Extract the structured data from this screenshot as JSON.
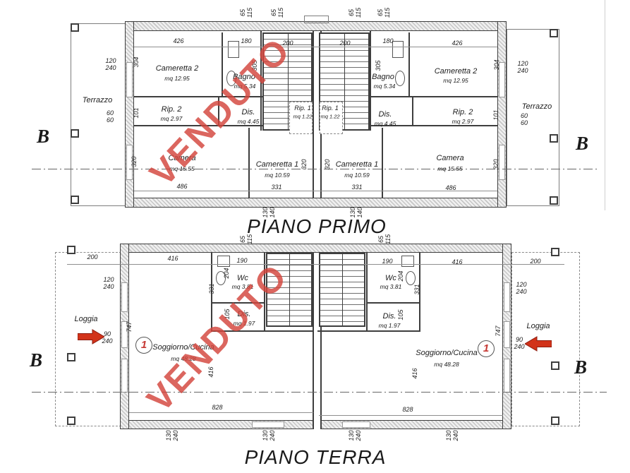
{
  "watermark": {
    "text": "VENDUTO",
    "color": "#d4453c"
  },
  "markers": {
    "section": "B",
    "unit_number": "1"
  },
  "floor_first": {
    "title": "PIANO PRIMO",
    "rooms": {
      "terrazzo_left": "Terrazzo",
      "terrazzo_right": "Terrazzo",
      "cameretta2_left": {
        "name": "Cameretta 2",
        "area": "mq 12.95"
      },
      "cameretta2_right": {
        "name": "Cameretta 2",
        "area": "mq 12.95"
      },
      "bagno_left": {
        "name": "Bagno",
        "area": "mq 5.34"
      },
      "bagno_right": {
        "name": "Bagno",
        "area": "mq 5.34"
      },
      "rip2_left": {
        "name": "Rip. 2",
        "area": "mq 2.97"
      },
      "rip2_right": {
        "name": "Rip. 2",
        "area": "mq 2.97"
      },
      "dis_left": {
        "name": "Dis.",
        "area": "mq 4.45"
      },
      "dis_right": {
        "name": "Dis.",
        "area": "mq 4.45"
      },
      "rip1_left": {
        "name": "Rip. 1",
        "area": "mq 1.22"
      },
      "rip1_right": {
        "name": "Rip. 1",
        "area": "mq 1.22"
      },
      "camera_left": {
        "name": "Camera",
        "area": "mq 15.55"
      },
      "camera_right": {
        "name": "Camera",
        "area": "mq 15.55"
      },
      "cameretta1_left": {
        "name": "Cameretta 1",
        "area": "mq 10.59"
      },
      "cameretta1_right": {
        "name": "Cameretta 1",
        "area": "mq 10.59"
      }
    },
    "dims": {
      "w426_left": "426",
      "w180_left": "180",
      "w200_left": "200",
      "w200_right": "200",
      "w180_right": "180",
      "w426_right": "426",
      "s120_240_left": "120\n240",
      "s120_240_right": "120\n240",
      "v304_left": "304",
      "v304_right": "304",
      "v305_left": "305",
      "v305_right": "305",
      "s60_60_left": "60\n60",
      "s60_60_right": "60\n60",
      "v101_left": "101",
      "v101_right": "101",
      "v320_a": "320",
      "v320_b": "320",
      "v320_c": "320",
      "v320_d": "320",
      "w486_left": "486",
      "w331_left": "331",
      "w331_right": "331",
      "w486_right": "486",
      "s130_140_a": "130\n140",
      "s130_140_b": "130\n140",
      "s65_115_a": "65\n115",
      "s65_115_b": "65\n115",
      "s65_115_c": "65\n115",
      "s65_115_d": "65\n115"
    }
  },
  "floor_ground": {
    "title": "PIANO TERRA",
    "rooms": {
      "loggia_left": "Loggia",
      "loggia_right": "Loggia",
      "wc_left": {
        "name": "Wc",
        "area": "mq 3.81"
      },
      "wc_right": {
        "name": "Wc",
        "area": "mq 3.81"
      },
      "dis_left": {
        "name": "Dis.",
        "area": "mq 1.97"
      },
      "dis_right": {
        "name": "Dis.",
        "area": "mq 1.97"
      },
      "soggiorno_left": {
        "name": "Soggiorno/Cucina",
        "area": "mq 48.28"
      },
      "soggiorno_right": {
        "name": "Soggiorno/Cucina",
        "area": "mq 48.28"
      }
    },
    "dims": {
      "w200_left": "200",
      "w416_left": "416",
      "w190_left": "190",
      "w190_right": "190",
      "w416_right": "416",
      "w200_right": "200",
      "s120_240_left": "120\n240",
      "s120_240_right": "120\n240",
      "v747_left": "747",
      "v747_right": "747",
      "v331_left": "331",
      "v331_right": "331",
      "v204_left": "204",
      "v204_right": "204",
      "v105_left": "105",
      "v105_right": "105",
      "s90_240_left": "90\n240",
      "s90_240_right": "90\n240",
      "v416_left": "416",
      "v416_right": "416",
      "w828_left": "828",
      "w828_right": "828",
      "s130_240_a": "130\n240",
      "s130_240_b": "130\n240",
      "s130_240_c": "130\n240",
      "s130_240_d": "130\n240",
      "s65_115_a": "65\n115",
      "s65_115_b": "65\n115"
    }
  }
}
